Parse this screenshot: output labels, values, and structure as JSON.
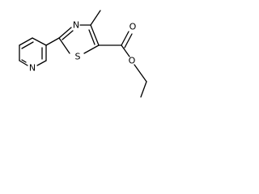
{
  "molecule": {
    "atoms": {
      "pyridine_n": "N",
      "thiazole_n": "N",
      "thiazole_s": "S",
      "carbonyl_o": "O",
      "ester_o": "O"
    }
  },
  "colors": {
    "bond": "#000000",
    "label": "#000000",
    "background": "#ffffff"
  }
}
